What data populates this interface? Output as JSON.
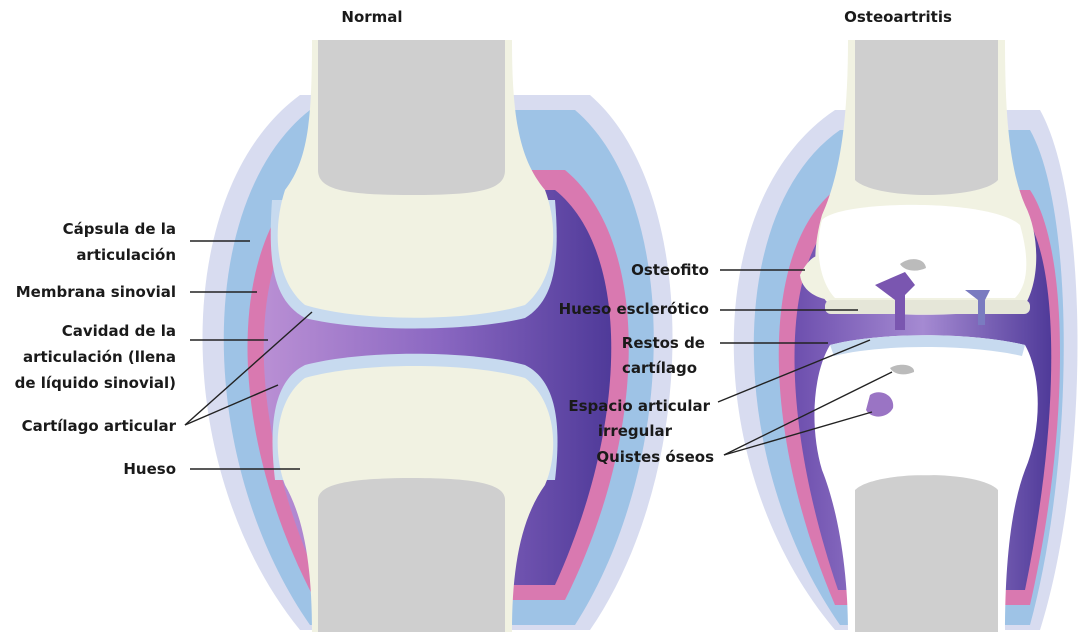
{
  "titles": {
    "normal": "Normal",
    "oa": "Osteoartritis"
  },
  "labels_normal": {
    "capsula_1": "Cápsula de la",
    "capsula_2": "articulación",
    "membrana": "Membrana sinovial",
    "cavidad_1": "Cavidad de la",
    "cavidad_2": "articulación (llena",
    "cavidad_3": "de líquido sinovial)",
    "cartilago": "Cartílago articular",
    "hueso": "Hueso"
  },
  "labels_oa": {
    "osteofito": "Osteofito",
    "esclerotico": "Hueso esclerótico",
    "restos_1": "Restos de",
    "restos_2": "cartílago",
    "espacio_1": "Espacio articular",
    "espacio_2": "irregular",
    "quistes": "Quistes óseos"
  },
  "colors": {
    "capsule_outer": "#d8dcf0",
    "capsule_blue": "#9ec3e6",
    "synovial_pink": "#d979b0",
    "cavity_purple": "#7a56b0",
    "cartilage": "#c7daef",
    "bone_cream": "#f1f2e2",
    "marrow_grey": "#cfcfcf"
  }
}
